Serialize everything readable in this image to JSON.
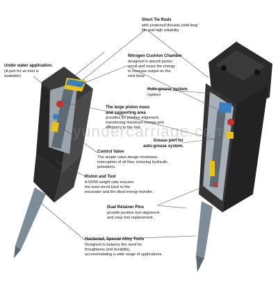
{
  "watermark": "yundercarriage.com",
  "callouts": {
    "short_tie_rods": {
      "title": "Short Tie Rods",
      "desc": [
        "with protected threads yield long",
        "life and high reliability."
      ]
    },
    "nitrogen": {
      "title": "Nitrogen Cushion Chamber",
      "desc": [
        "designed to absorb piston",
        "recoil and reuse the energy",
        "to increase output on the",
        "next blow."
      ]
    },
    "under_water": {
      "title": "Under water application.",
      "desc": [
        "(A port for air inlet is",
        "available)"
      ]
    },
    "auto_grease": {
      "title": "Auto-grease system.",
      "desc": [
        "(option)"
      ]
    },
    "piston_mass": {
      "title": "The large piston mass",
      "title2": "and supporting area",
      "desc": [
        "provides for positive alignment,",
        "transferring maximum energy and",
        "efficiency to the tool."
      ]
    },
    "grease_port": {
      "title": "Grease port for",
      "title2": "auto-grease system.",
      "desc": []
    },
    "control_valve": {
      "title": "Control Valve",
      "desc": [
        "The simple valve design minimizes",
        "interruption of oil flow, reducing hydraulic",
        "pulsations."
      ]
    },
    "piston_tool": {
      "title": "Piston and Tool",
      "desc": [
        "A 50/50 weight ratio ensures",
        "the least recoil back to the",
        "excavator and the ideal energy transfer."
      ]
    },
    "retainer": {
      "title": "Dual Retainer Pins",
      "desc": [
        "provide positive tool alignment",
        "and easy tool replacement."
      ]
    },
    "alloy": {
      "title": "Hardened, Special Alloy Tools",
      "desc": [
        "Designed to balance the need for",
        "thoughness and durability,",
        "accommodating a wide range of applications."
      ]
    }
  },
  "colors": {
    "body": "#2b2b2b",
    "body_light": "#4a4a4a",
    "accent_blue": "#3a7fc4",
    "accent_yellow": "#e8c21a",
    "accent_red": "#c8332a",
    "tool": "#7c8c98"
  }
}
